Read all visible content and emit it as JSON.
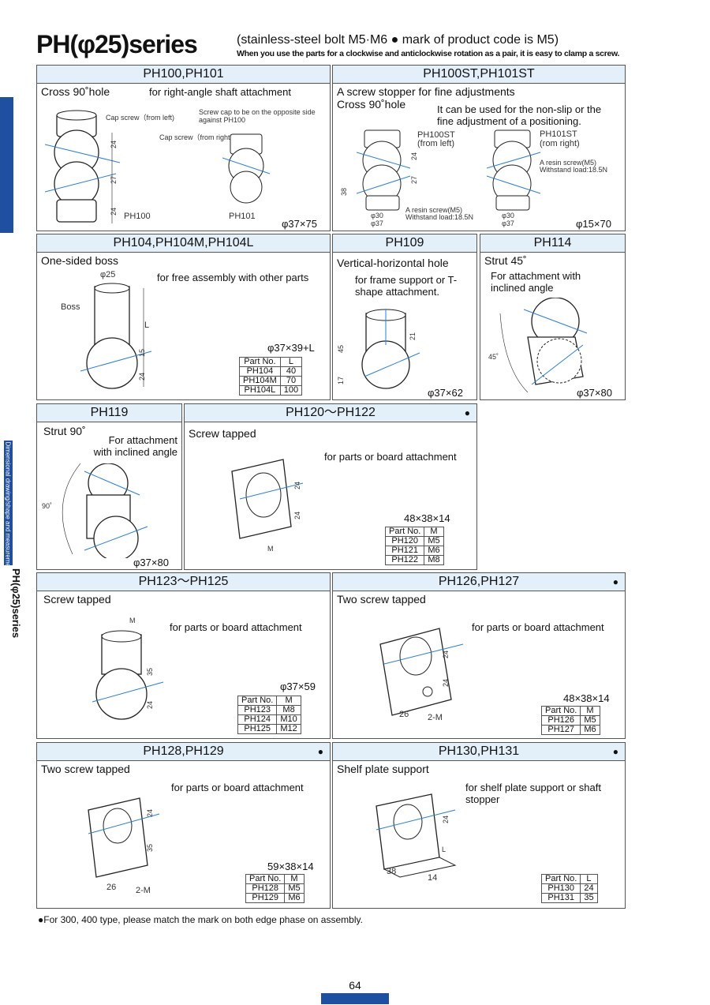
{
  "header": {
    "title": "PH(φ25)series",
    "subtitle": "(stainless-steel bolt M5·M6  ● mark of product code is M5)",
    "subtitle2": "When you use the parts for a clockwise and anticlockwise rotation as a pair, it is easy to clamp a screw."
  },
  "sidebar": {
    "vertical_label": "Dimensional drawing/shape and measurement by size",
    "series_label": "PH(φ25)series"
  },
  "panels": {
    "p1": {
      "header": "PH100,PH101",
      "label": "Cross 90˚hole",
      "note": "for right-angle shaft attachment",
      "cap_left": "Cap screw（from left)",
      "cap_right": "Cap screw（from right)",
      "cap_note": "Screw cap to be on the opposite side against PH100",
      "part_a": "PH100",
      "part_b": "PH101",
      "dims": "φ37×75",
      "d1": "24",
      "d2": "27",
      "d3": "24"
    },
    "p2": {
      "header": "PH100ST,PH101ST",
      "label": "A screw stopper for fine adjustments",
      "label2": "Cross 90˚hole",
      "note": "It can be used for the non-slip or the fine adjustment of a positioning.",
      "part_a": "PH100ST",
      "part_a_sub": "(from left)",
      "part_b": "PH101ST",
      "part_b_sub": "(rom right)",
      "resin_a": "A resin screw(M5)",
      "resin_a2": "Withstand load:18.5N",
      "resin_b": "A resin screw(M5)",
      "resin_b2": "Withstand load:18.5N",
      "dims": "φ15×70",
      "d30": "φ30",
      "d37": "φ37",
      "d38": "38",
      "d24": "24",
      "d27": "27"
    },
    "p3": {
      "header": "PH104,PH104M,PH104L",
      "label": "One-sided boss",
      "note": "for free assembly with other parts",
      "boss": "Boss",
      "phi": "φ25",
      "L": "L",
      "d15": "15",
      "d24": "24",
      "dims": "φ37×39+L",
      "table_head": [
        "Part No.",
        "L"
      ],
      "rows": [
        [
          "PH104",
          "40"
        ],
        [
          "PH104M",
          "70"
        ],
        [
          "PH104L",
          "100"
        ]
      ]
    },
    "p4": {
      "header": "PH109",
      "label": "Vertical-horizontal hole",
      "note": "for frame support or T-shape attachment.",
      "d45": "45",
      "d21": "21",
      "d17": "17",
      "dims": "φ37×62"
    },
    "p5": {
      "header": "PH114",
      "label": "Strut 45˚",
      "note": "For attachment with inclined angle",
      "angle": "45˚",
      "dims": "φ37×80"
    },
    "p6": {
      "header": "PH119",
      "label": "Strut 90˚",
      "note": "For attachment with inclined angle",
      "angle": "90˚",
      "dims": "φ37×80"
    },
    "p7": {
      "header": "PH120～PH122",
      "dot": "●",
      "label": "Screw tapped",
      "note": "for parts or board attachment",
      "dims": "48×38×14",
      "d24a": "24",
      "d24b": "24",
      "m": "M",
      "table_head": [
        "Part No.",
        "M"
      ],
      "rows": [
        [
          "PH120",
          "M5"
        ],
        [
          "PH121",
          "M6"
        ],
        [
          "PH122",
          "M8"
        ]
      ]
    },
    "p8": {
      "header": "PH123～PH125",
      "label": "Screw tapped",
      "note": "for parts or board attachment",
      "dims": "φ37×59",
      "m": "M",
      "d35": "35",
      "d24": "24",
      "table_head": [
        "Part No.",
        "M"
      ],
      "rows": [
        [
          "PH123",
          "M8"
        ],
        [
          "PH124",
          "M10"
        ],
        [
          "PH125",
          "M12"
        ]
      ]
    },
    "p9": {
      "header": "PH126,PH127",
      "dot": "●",
      "label": "Two screw tapped",
      "note": "for parts or board attachment",
      "dims": "48×38×14",
      "d24a": "24",
      "d24b": "24",
      "d26": "26",
      "m2": "2-M",
      "table_head": [
        "Part No.",
        "M"
      ],
      "rows": [
        [
          "PH126",
          "M5"
        ],
        [
          "PH127",
          "M6"
        ]
      ]
    },
    "p10": {
      "header": "PH128,PH129",
      "dot": "●",
      "label": "Two screw tapped",
      "note": "for parts or board attachment",
      "dims": "59×38×14",
      "d24": "24",
      "d35": "35",
      "d26": "26",
      "m2": "2-M",
      "table_head": [
        "Part No.",
        "M"
      ],
      "rows": [
        [
          "PH128",
          "M5"
        ],
        [
          "PH129",
          "M6"
        ]
      ]
    },
    "p11": {
      "header": "PH130,PH131",
      "dot": "●",
      "label": "Shelf plate support",
      "note": "for shelf plate support or shaft stopper",
      "d24": "24",
      "L": "L",
      "d38": "38",
      "d14": "14",
      "table_head": [
        "Part No.",
        "L"
      ],
      "rows": [
        [
          "PH130",
          "24"
        ],
        [
          "PH131",
          "35"
        ]
      ]
    }
  },
  "footer": {
    "note": "●For 300, 400 type, please match the mark on both edge phase on assembly.",
    "page": "64"
  },
  "colors": {
    "accent": "#1f4fa0",
    "header_bg": "#e3f0fa",
    "center_line": "#2a7fd4"
  }
}
